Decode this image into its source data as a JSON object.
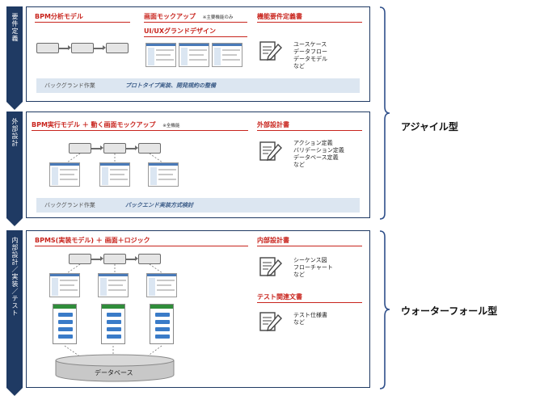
{
  "phases": [
    {
      "label": "要件定義"
    },
    {
      "label": "外部設計"
    },
    {
      "label": "内部設計／実装／テスト"
    }
  ],
  "panel1": {
    "bpm_title": "BPM分析モデル",
    "mock_title": "画面モックアップ",
    "mock_note": "※主要機能のみ",
    "uiux_title": "UI/UXグランドデザイン",
    "doc_title": "機能要件定義書",
    "doc_items": [
      "ユースケース",
      "データフロー",
      "データモデル",
      "など"
    ],
    "bg_label": "バックグランド作業",
    "bg_value": "プロトタイプ実装、開発規約の整備"
  },
  "panel2": {
    "title": "BPM実行モデル ＋ 動く画面モックアップ",
    "title_note": "※全機能",
    "doc_title": "外部設計書",
    "doc_items": [
      "アクション定義",
      "バリデーション定義",
      "データベース定義",
      "など"
    ],
    "bg_label": "バックグランド作業",
    "bg_value": "バックエンド実装方式検討"
  },
  "panel3": {
    "title": "BPMS(実装モデル) ＋ 画面＋ロジック",
    "doc1_title": "内部設計書",
    "doc1_items": [
      "シーケンス図",
      "フローチャート",
      "など"
    ],
    "doc2_title": "テスト関連文書",
    "doc2_items": [
      "テスト仕様書",
      "など"
    ],
    "db_label": "データベース"
  },
  "braces": {
    "agile": "アジャイル型",
    "waterfall": "ウォーターフォール型"
  },
  "colors": {
    "navy": "#1f3a63",
    "red": "#c8241d",
    "band": "#dce6f1",
    "db_fill": "#c8c8c8"
  }
}
